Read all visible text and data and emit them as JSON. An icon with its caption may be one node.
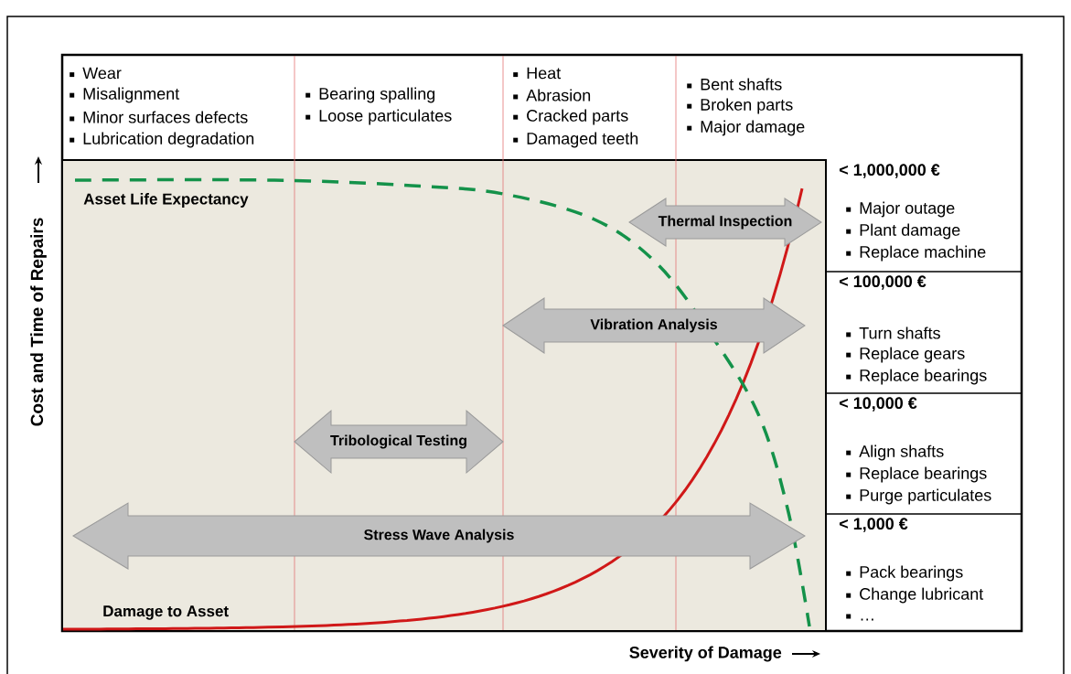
{
  "diagram": {
    "nodes": [
      {
        "text": [
          "Thermal Inspection"
        ]
      },
      {
        "text": [
          "Vibration Analysis"
        ]
      },
      {
        "text": [
          "Tribological Testing"
        ]
      },
      {
        "text": [
          "Stress Wave Analysis"
        ]
      },
      {
        "text": [
          "< 1,000,000 €",
          "Major outage",
          "Plant damage",
          "Replace machine"
        ]
      },
      {
        "text": [
          "< 100,000 €",
          "Turn shafts",
          "Replace gears",
          "Replace bearings"
        ]
      },
      {
        "text": [
          "< 10,000 €",
          "Align shafts",
          "Replace bearings",
          "Purge particulates"
        ]
      },
      {
        "text": [
          "< 1,000 €",
          "Pack bearings",
          "Change lubricant",
          "…"
        ]
      }
    ],
    "labels": [
      "Wear",
      "Misalignment",
      "Minor surfaces defects",
      "Lubrication degradation",
      "Bearing spalling",
      "Loose particulates",
      "Heat",
      "Abrasion",
      "Cracked parts",
      "Damaged teeth",
      "Bent shafts",
      "Broken parts",
      "Major damage",
      "Asset Life Expectancy",
      "Damage to Asset",
      "Cost and Time of Repairs",
      "Severity of Damage"
    ]
  }
}
